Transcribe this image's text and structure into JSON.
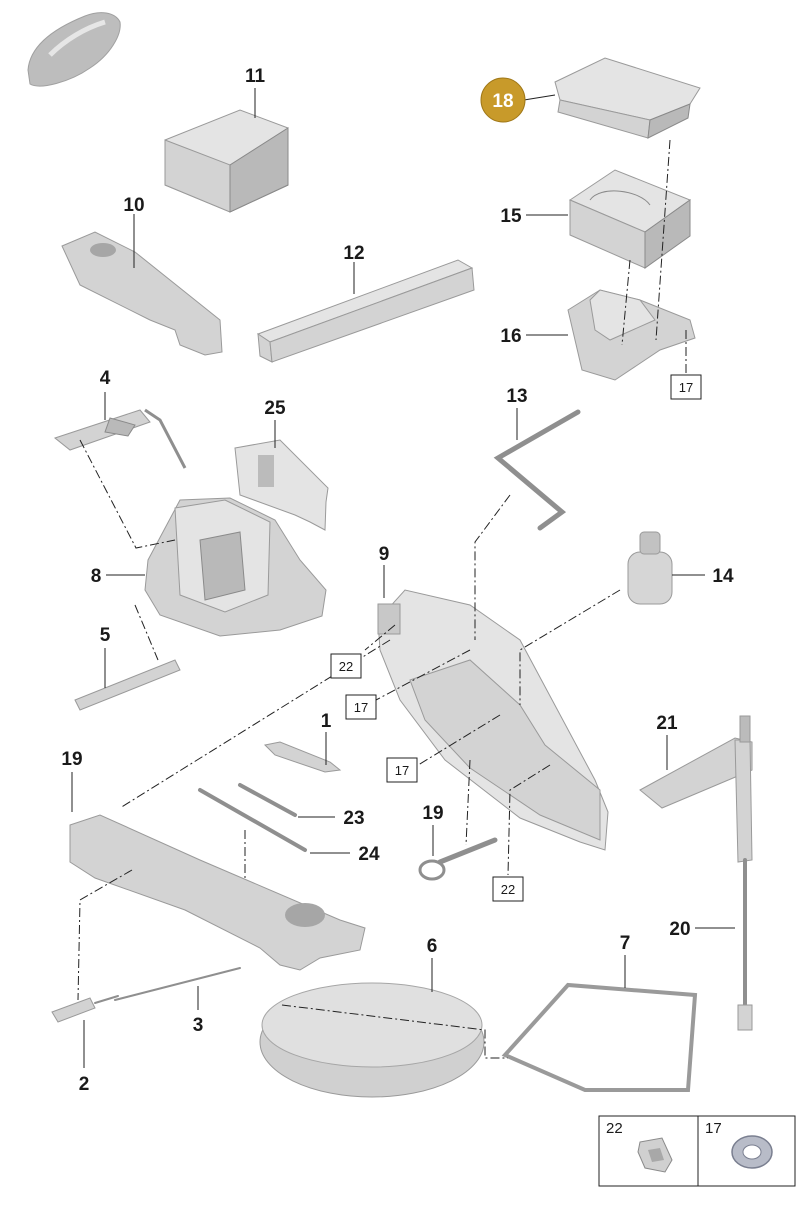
{
  "diagram": {
    "highlight_color": "#c89a2a",
    "parts": [
      {
        "id": "11",
        "label": "11"
      },
      {
        "id": "10",
        "label": "10"
      },
      {
        "id": "12",
        "label": "12"
      },
      {
        "id": "18",
        "label": "18",
        "highlighted": true
      },
      {
        "id": "15",
        "label": "15"
      },
      {
        "id": "16",
        "label": "16"
      },
      {
        "id": "4",
        "label": "4"
      },
      {
        "id": "25",
        "label": "25"
      },
      {
        "id": "13",
        "label": "13"
      },
      {
        "id": "8",
        "label": "8"
      },
      {
        "id": "9",
        "label": "9"
      },
      {
        "id": "14",
        "label": "14"
      },
      {
        "id": "5",
        "label": "5"
      },
      {
        "id": "1",
        "label": "1"
      },
      {
        "id": "21",
        "label": "21"
      },
      {
        "id": "19a",
        "label": "19"
      },
      {
        "id": "19b",
        "label": "19"
      },
      {
        "id": "23",
        "label": "23"
      },
      {
        "id": "24",
        "label": "24"
      },
      {
        "id": "20",
        "label": "20"
      },
      {
        "id": "6",
        "label": "6"
      },
      {
        "id": "7",
        "label": "7"
      },
      {
        "id": "3",
        "label": "3"
      },
      {
        "id": "2",
        "label": "2"
      }
    ],
    "ref_boxes": [
      "17",
      "22",
      "17",
      "17",
      "22"
    ],
    "legend": [
      {
        "label": "22",
        "icon": "clip-icon"
      },
      {
        "label": "17",
        "icon": "washer-icon"
      }
    ]
  }
}
